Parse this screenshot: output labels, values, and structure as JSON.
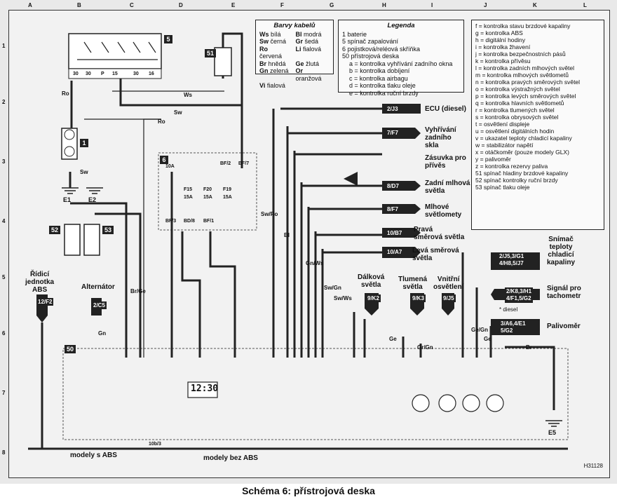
{
  "caption": "Schéma 6: přístrojová deska",
  "reference_code": "H31128",
  "grid": {
    "letters": [
      "A",
      "B",
      "C",
      "D",
      "E",
      "F",
      "G",
      "H",
      "I",
      "J",
      "K",
      "L"
    ],
    "numbers": [
      "1",
      "2",
      "3",
      "4",
      "5",
      "6",
      "7",
      "8"
    ]
  },
  "wire_colors": {
    "title": "Barvy kabelů",
    "entries": [
      {
        "code": "Ws",
        "name": "bílá"
      },
      {
        "code": "Bl",
        "name": "modrá"
      },
      {
        "code": "Sw",
        "name": "černá"
      },
      {
        "code": "Gr",
        "name": "šedá"
      },
      {
        "code": "Ro",
        "name": "červená"
      },
      {
        "code": "Li",
        "name": "fialová"
      },
      {
        "code": "Br",
        "name": "hnědá"
      },
      {
        "code": "Ge",
        "name": "žlutá"
      },
      {
        "code": "Gn",
        "name": "zelená"
      },
      {
        "code": "Or",
        "name": "oranžová"
      },
      {
        "code": "Vi",
        "name": "fialová"
      },
      {
        "code": "",
        "name": ""
      }
    ]
  },
  "legend": {
    "title": "Legenda",
    "items": [
      "1  baterie",
      "5  spínač zapalování",
      "6  pojistková/reléová skříňka",
      "50  přístrojová deska",
      "a = kontrolka vyhřívání zadního okna",
      "b = kontrolka dobíjení",
      "c = kontrolka airbagu",
      "d = kontrolka tlaku oleje",
      "e = kontrolka ruční brzdy"
    ]
  },
  "legend2": {
    "items": [
      "f = kontrolka stavu brzdové kapaliny",
      "g = kontrolka ABS",
      "h = digitální hodiny",
      "i = kontrolka žhavení",
      "j = kontrolka bezpečnostních pásů",
      "k = kontrolka přívěsu",
      "l = kontrolka zadních mlhových světel",
      "m = kontrolka mlhových světlometů",
      "n = kontrolka pravých směrových světel",
      "o = kontrolka výstražných světel",
      "p = kontrolka levých směrových světel",
      "q = kontrolka hlavních světlometů",
      "r = kontrolka tlumených světel",
      "s = kontrolka obrysových světel",
      "t = osvětlení displeje",
      "u = osvětlení digitálních hodin",
      "v = ukazatel teploty chladicí kapaliny",
      "w = stabilizátor napětí",
      "x = otáčkoměr (pouze modely GLX)",
      "y = palivoměr",
      "z = kontrolka rezervy paliva",
      "51  spínač hladiny brzdové kapaliny",
      "52  spínač kontrolky ruční brzdy",
      "53  spínač tlaku oleje"
    ]
  },
  "right_labels": [
    {
      "code": "2/J3",
      "text": "ECU (diesel)"
    },
    {
      "code": "7/F7",
      "text": "Vyhřívání\nzadního\nskla"
    },
    {
      "code": "",
      "text": "Zásuvka pro\npřívěs"
    },
    {
      "code": "8/D7",
      "text": "Zadní mlhová\nsvětla"
    },
    {
      "code": "8/F7",
      "text": "Mlhové\nsvětlomety"
    },
    {
      "code": "10/B7",
      "text": "Pravá\nsměrová světla"
    },
    {
      "code": "10/A7",
      "text": "Levá směrová\nsvětla"
    }
  ],
  "far_right": [
    {
      "code": "2/J5,3/G1\n4/H8,5/J7",
      "text": "Snímač\nteploty\nchladicí\nkapaliny"
    },
    {
      "code": "2/K8,3/H1\n4/F1,5/G2",
      "text": "Signál pro\ntachometr"
    },
    {
      "code": "3/A6,4/E1\n5/G2",
      "text": "Palivoměr"
    }
  ],
  "diesel_note": "* diesel",
  "mid_labels": [
    {
      "code": "9/K2",
      "text": "Dálková\nsvětla"
    },
    {
      "code": "9/K3",
      "text": "Tlumená\nsvětla"
    },
    {
      "code": "9/J5",
      "text": "Vnitřní\nosvětlení"
    }
  ],
  "left_labels": [
    {
      "code": "12/F2",
      "text": "Řídicí\njednotka\nABS"
    },
    {
      "code": "2/C5",
      "text": "Alternátor"
    }
  ],
  "components": {
    "ignition_switch": "5",
    "fusebox": "6",
    "battery": "1",
    "dash": "50",
    "sw51": "51",
    "sw52": "52",
    "sw53": "53"
  },
  "grounds": [
    "E1",
    "E2",
    "E5"
  ],
  "fuses": [
    {
      "name": "F15",
      "rating": "15A"
    },
    {
      "name": "F20",
      "rating": "15A"
    },
    {
      "name": "F19",
      "rating": "15A"
    }
  ],
  "fusebox_pins": [
    "10A",
    "BF/2",
    "BF/7",
    "BF/3",
    "BD/8",
    "BF/1"
  ],
  "switch_pins": [
    "30",
    "30",
    "P",
    "15",
    "30",
    "16"
  ],
  "wire_codes": [
    "Ro",
    "Sw",
    "Ws",
    "Sw",
    "Ro",
    "Bl",
    "Gn/Ws",
    "Sw/Ro",
    "Sw/Gn",
    "Sw/Ws",
    "Ge",
    "Gr/Gn",
    "Ge/Gn",
    "Ge",
    "Br",
    "Br/Ge",
    "Gn"
  ],
  "bottom_models": {
    "left": "modely s ABS",
    "right": "modely bez ABS",
    "pin": "10b/3"
  },
  "clock_display": "12:30"
}
